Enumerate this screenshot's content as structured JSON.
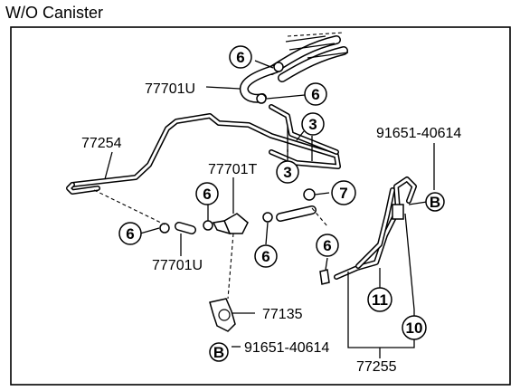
{
  "header": {
    "title": "W/O Canister"
  },
  "diagram": {
    "part_labels": {
      "hose_top": "77701U",
      "hose_bottom": "77701U",
      "pipe_left": "77254",
      "valve": "77701T",
      "clamp_part": "77135",
      "bolt_top": "91651-40614",
      "bolt_bottom": "91651-40614",
      "pipe_right": "77255"
    },
    "callouts": {
      "c6_top": "6",
      "c6_mid": "6",
      "c3_upper": "3",
      "c3_lower": "3",
      "c6_left": "6",
      "c6_valve": "6",
      "c6_lower": "6",
      "c7": "7",
      "c6_right": "6",
      "c11": "11",
      "c10": "10",
      "cb_right": "B",
      "cb_bottom": "B"
    }
  }
}
